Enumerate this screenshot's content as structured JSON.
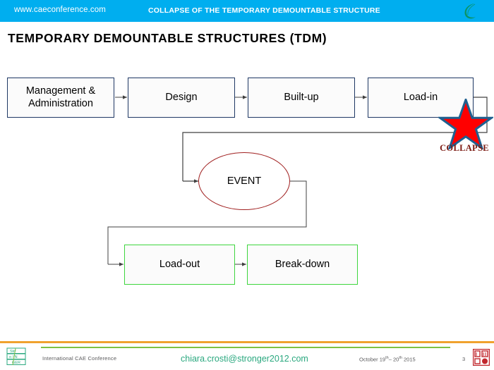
{
  "header": {
    "url": "www.caeconference.com",
    "title": "COLLAPSE OF THE TEMPORARY DEMOUNTABLE STRUCTURE",
    "logo_icon": "leaf-crescent-icon",
    "bg_color": "#00AEEF"
  },
  "slide": {
    "title": "TEMPORARY  DEMOUNTABLE STRUCTURES (TDM)"
  },
  "flow": {
    "boxes": [
      {
        "id": "management",
        "label": "Management &\nAdministration",
        "label_line1": "Management &",
        "label_line2": "Administration",
        "color": "#1F3864"
      },
      {
        "id": "design",
        "label": "Design",
        "color": "#1F3864"
      },
      {
        "id": "built-up",
        "label": "Built-up",
        "color": "#1F3864"
      },
      {
        "id": "load-in",
        "label": "Load-in",
        "color": "#1F3864"
      },
      {
        "id": "load-out",
        "label": "Load-out",
        "color": "#3ED63E"
      },
      {
        "id": "break-down",
        "label": "Break-down",
        "color": "#3ED63E"
      }
    ],
    "ellipse": {
      "id": "event",
      "label": "EVENT",
      "color": "#A02020"
    },
    "annotation": {
      "label": "COLLAPSE",
      "icon": "red-star-icon",
      "star_fill": "#FF0000",
      "star_stroke": "#1F6090",
      "text_color": "#7B1A12"
    }
  },
  "footer": {
    "conference": "International CAE Conference",
    "email": "chiara.crosti@stronger2012.com",
    "date_prefix": "October 19",
    "date_sup1": "th",
    "date_mid": "– 20",
    "date_sup2": "th",
    "date_suffix": " 2015",
    "page_number": "3",
    "left_logo_icon": "storage-logo-icon",
    "right_logo_icon": "red-seal-logo-icon",
    "orange_color": "#F0A22E",
    "green_color": "#7DC242",
    "email_color": "#2AA87F"
  }
}
